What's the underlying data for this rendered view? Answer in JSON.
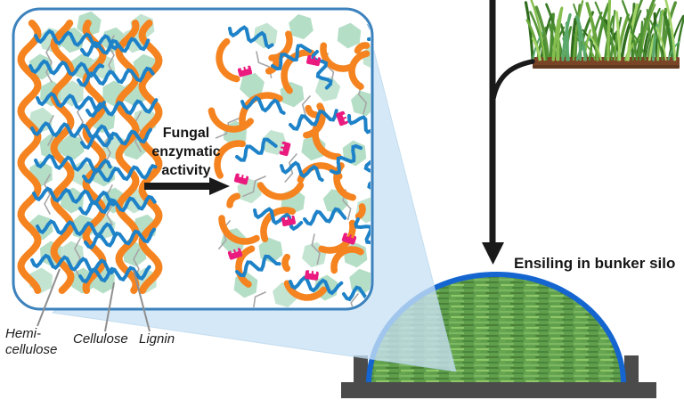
{
  "diagram": {
    "magnified_panel": {
      "process_label": "Fungal\nenzymatic\nactivity",
      "components": {
        "hemicellulose_label": "Hemi-\ncellulose",
        "cellulose_label": "Cellulose",
        "lignin_label": "Lignin"
      }
    },
    "ensiling_label": "Ensiling in bunker silo",
    "icons": {
      "process_arrow": "right-arrow",
      "flow_arrow": "down-arrow",
      "enzyme": "enzyme-fragment",
      "callout": "magnifier-wedge"
    }
  },
  "colors": {
    "lignin_orange": "#F5831F",
    "cellulose_green": "#B5DEC6",
    "cellulose_green_alt": "#C3E4D1",
    "hemicellulose_blue": "#1E82C8",
    "linker_gray": "#A6A6A6",
    "enzyme_pink": "#EA1A7F",
    "panel_border_blue": "#3C82BD",
    "panel_fill": "#FFFFFF",
    "callout_blue": "#C9E2F5",
    "arrow_black": "#1A1A1A",
    "leader_gray": "#8F8F8F",
    "silo_concrete_gray": "#4B4B4B",
    "silo_cover_blue": "#1565D0",
    "silage_green": "#5F9E4B",
    "silage_light": "#7CB862",
    "silage_lighter": "#8FC869",
    "silage_dark": "#497F37",
    "silage_darker": "#44803A",
    "soil_brown": "#7A4426",
    "grass_greens": [
      "#2E6B1C",
      "#3C7D28",
      "#57943A",
      "#4C8F31",
      "#6AA83E",
      "#86BF50",
      "#A3D468",
      "#5AA86B"
    ]
  }
}
